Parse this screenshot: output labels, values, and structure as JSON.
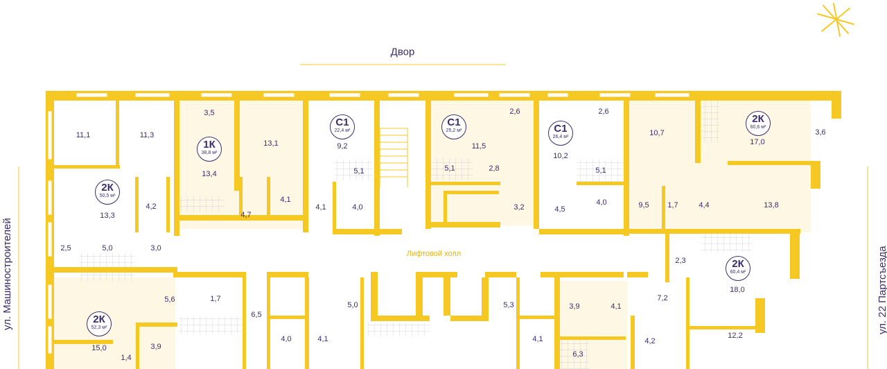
{
  "labels": {
    "yard": "Двор",
    "lift_hall": "Лифтовой холл",
    "street_left": "ул. Машиностроителей",
    "street_right": "ул. 22 Партсъезда"
  },
  "colors": {
    "wall": "#f6c823",
    "text": "#3b2c6b",
    "room_fill": "#fdf7e4"
  },
  "apartments": [
    {
      "type": "1К",
      "area": "38,8 м²"
    },
    {
      "type": "2К",
      "area": "50,5 м²"
    },
    {
      "type": "2К",
      "area": "52,3 м²"
    },
    {
      "type": "С1",
      "area": "22,4 м²"
    },
    {
      "type": "С1",
      "area": "25,2 м²"
    },
    {
      "type": "С1",
      "area": "26,4 м²"
    },
    {
      "type": "2К",
      "area": "60,6 м²"
    },
    {
      "type": "2К",
      "area": "60,4 м²"
    }
  ],
  "rooms": [
    "11,1",
    "11,3",
    "3,5",
    "13,1",
    "13,4",
    "4,1",
    "4,7",
    "13,3",
    "4,2",
    "2,5",
    "5,0",
    "3,0",
    "9,2",
    "5,1",
    "4,1",
    "4,0",
    "5,1",
    "11,5",
    "2,6",
    "2,8",
    "3,2",
    "2,6",
    "10,2",
    "5,1",
    "4,0",
    "4,5",
    "10,7",
    "17,0",
    "3,6",
    "9,5",
    "1,7",
    "4,4",
    "13,8",
    "2,3",
    "18,0",
    "7,2",
    "12,2",
    "4,2",
    "3,9",
    "4,1",
    "6,3",
    "4,1",
    "5,3",
    "5,0",
    "4,1",
    "4,0",
    "6,5",
    "1,7",
    "5,6",
    "15,0",
    "3,9",
    "1,4"
  ]
}
